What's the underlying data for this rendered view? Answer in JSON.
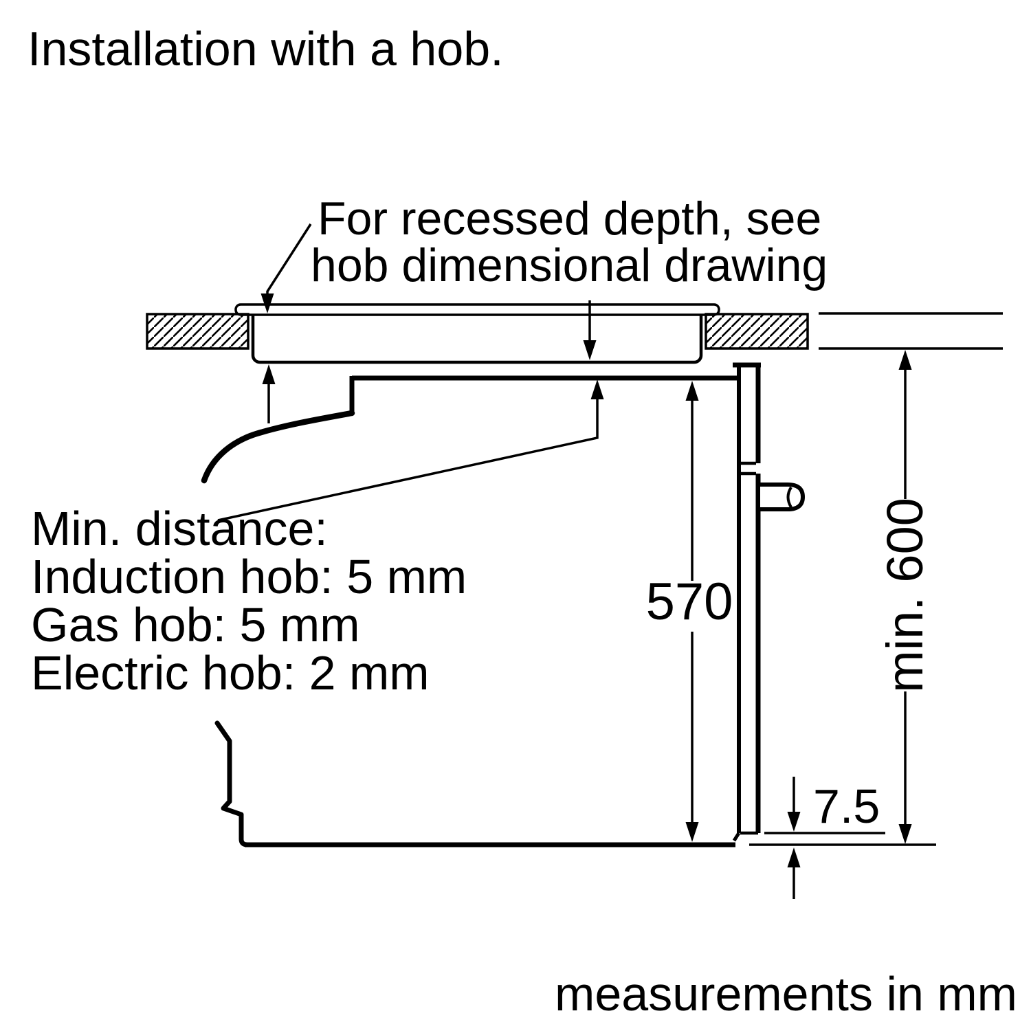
{
  "title": "Installation with a hob.",
  "colors": {
    "ink": "#000000",
    "background": "#ffffff"
  },
  "callout_recessed_depth": {
    "line1": "For recessed depth, see",
    "line2": "hob dimensional drawing"
  },
  "note_min_distance": {
    "heading": "Min. distance:",
    "induction": "Induction hob: 5 mm",
    "gas": "Gas hob: 5 mm",
    "electric": "Electric hob: 2 mm"
  },
  "dimensions": {
    "oven_height_mm": "570",
    "niche_height_mm": "min. 600",
    "door_bottom_gap_mm": "7.5"
  },
  "footer_note": "measurements in mm"
}
